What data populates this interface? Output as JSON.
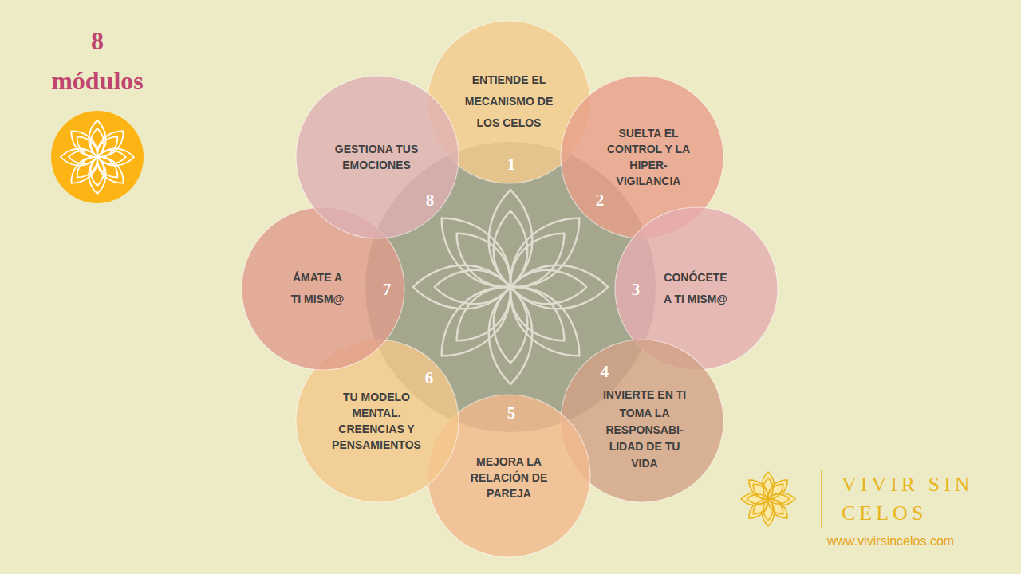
{
  "diagram": {
    "title": "8 módulos",
    "nodes": [
      {
        "text": [
          "ENTIENDE EL MECANISMO DE LOS CELOS"
        ]
      },
      {
        "text": [
          "SUELTA EL CONTROL Y LA HIPER- VIGILANCIA"
        ]
      },
      {
        "text": [
          "CONÓCETE A TI MISM@"
        ]
      },
      {
        "text": [
          "INVIERTE EN TI",
          "TOMA LA RESPONSABI- LIDAD DE TU VIDA"
        ]
      },
      {
        "text": [
          "MEJORA LA RELACIÓN DE PAREJA"
        ]
      },
      {
        "text": [
          "TU MODELO MENTAL. CREENCIAS Y PENSAMIENTOS"
        ]
      },
      {
        "text": [
          "ÁMATE A TI MISM@"
        ]
      },
      {
        "text": [
          "GESTIONA TUS EMOCIONES"
        ]
      }
    ],
    "labels": [
      "1",
      "2",
      "3",
      "4",
      "5",
      "6",
      "7",
      "8",
      "VIVIR SIN CELOS",
      "www.vivirsincelos.com"
    ]
  }
}
